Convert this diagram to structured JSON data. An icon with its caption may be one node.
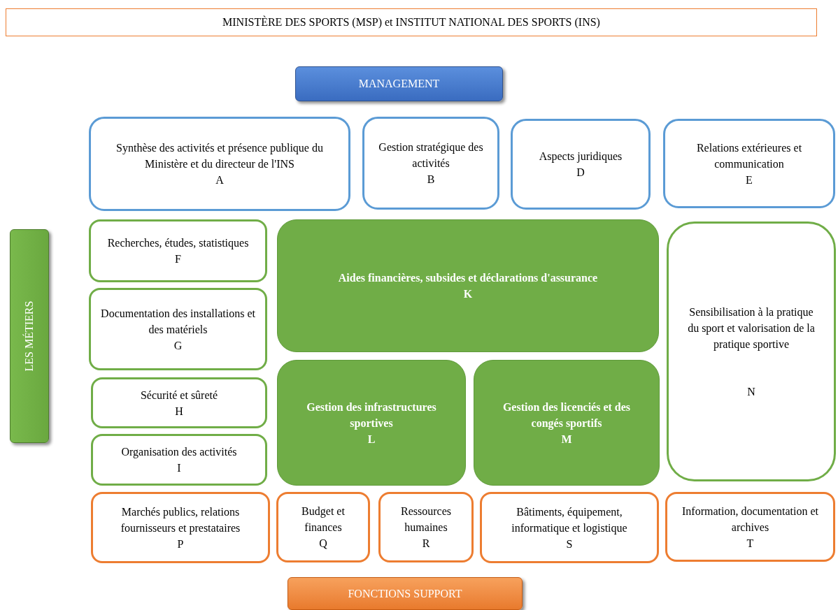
{
  "diagram": {
    "nodes": [
      {
        "text": [
          "MINISTÈRE DES SPORTS (MSP) et INSTITUT NATIONAL DES SPORTS (INS)"
        ]
      },
      {
        "text": [
          "MANAGEMENT"
        ]
      },
      {
        "text": [
          "Synthèse des activités et présence publique du Ministère et du directeur de l'INS",
          "A"
        ]
      },
      {
        "text": [
          "Gestion stratégique des activités",
          "B"
        ]
      },
      {
        "text": [
          "Aspects juridiques",
          "D"
        ]
      },
      {
        "text": [
          "Relations extérieures et communication",
          "E"
        ]
      },
      {
        "text": [
          "LES MÉTIERS"
        ]
      },
      {
        "text": [
          "Recherches, études, statistiques",
          "F"
        ]
      },
      {
        "text": [
          "Aides financières, subsides et déclarations d'assurance",
          "K"
        ]
      },
      {
        "text": [
          "Sensibilisation à la pratique du sport et valorisation de la pratique sportive",
          "N"
        ]
      },
      {
        "text": [
          "Documentation des installations et des matériels",
          "G"
        ]
      },
      {
        "text": [
          "Gestion des infrastructures sportives",
          "L"
        ]
      },
      {
        "text": [
          "Gestion des licenciés et des congés sportifs",
          "M"
        ]
      },
      {
        "text": [
          "Sécurité et sûreté",
          "H"
        ]
      },
      {
        "text": [
          "Organisation des activités",
          "I"
        ]
      },
      {
        "text": [
          "Marchés publics, relations fournisseurs et prestataires",
          "P"
        ]
      },
      {
        "text": [
          "Budget et finances",
          "Q"
        ]
      },
      {
        "text": [
          "Ressources humaines",
          "R"
        ]
      },
      {
        "text": [
          "Bâtiments, équipement, informatique et logistique",
          "S"
        ]
      },
      {
        "text": [
          "Information, documentation et archives",
          "T"
        ]
      },
      {
        "text": [
          "FONCTIONS SUPPORT"
        ]
      }
    ]
  }
}
